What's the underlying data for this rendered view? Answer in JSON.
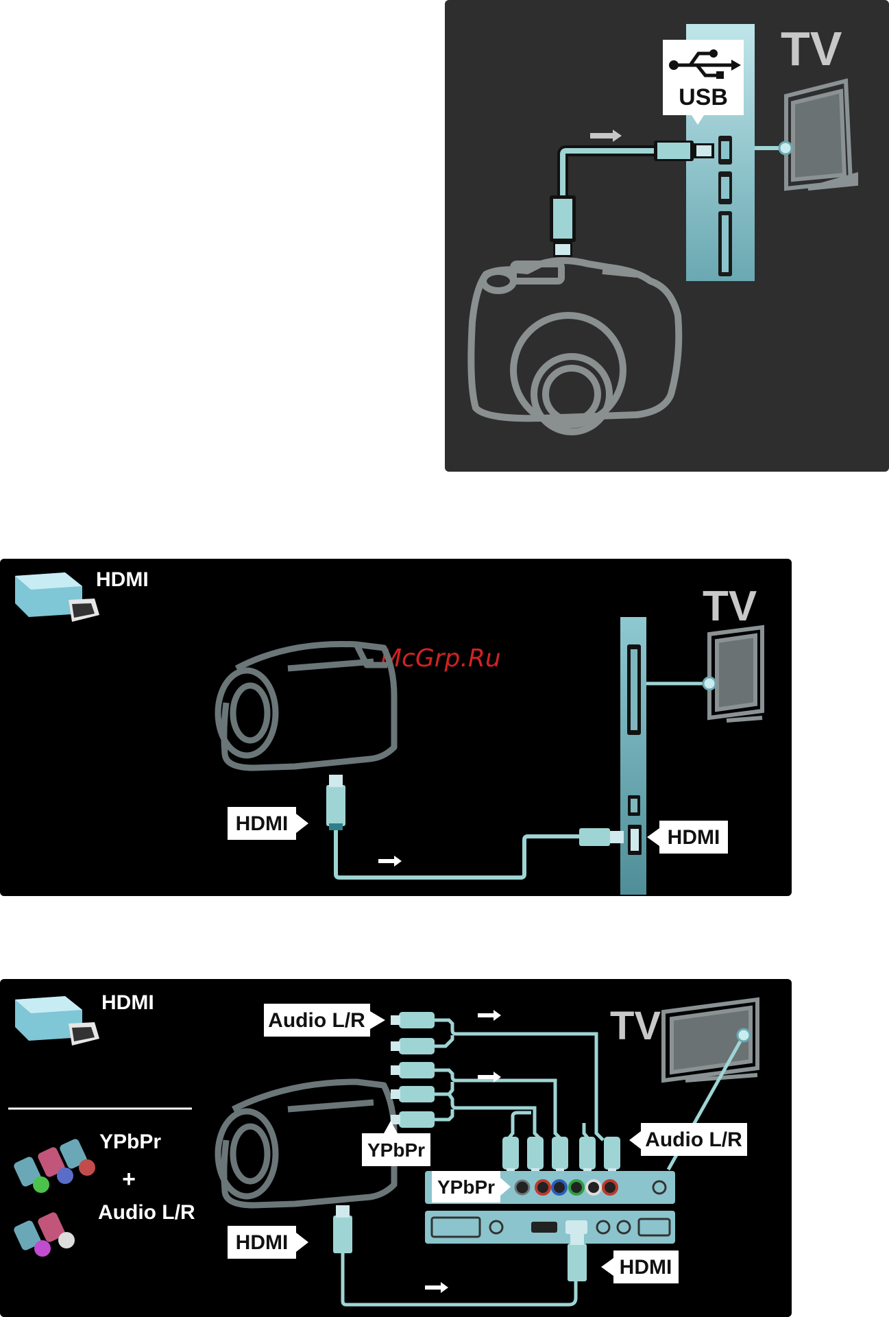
{
  "watermark": "McGrp.Ru",
  "panel1": {
    "tv_label": "TV",
    "usb_label": "USB",
    "icon": "usb-icon",
    "device": "camera-icon"
  },
  "panel2": {
    "legend_label": "HDMI",
    "tv_label": "TV",
    "camera_port_label": "HDMI",
    "tv_port_label": "HDMI",
    "device": "camcorder-icon"
  },
  "panel3": {
    "legend_hdmi": "HDMI",
    "legend_ypbpr": "YPbPr",
    "legend_plus": "+",
    "legend_audio": "Audio L/R",
    "tv_label": "TV",
    "audio_label_top": "Audio L/R",
    "ypbpr_label_cam": "YPbPr",
    "hdmi_label_cam": "HDMI",
    "audio_label_tv": "Audio L/R",
    "ypbpr_label_tv": "YPbPr",
    "hdmi_label_tv": "HDMI",
    "jack_colors": [
      "#4a6a8a",
      "#c0392b",
      "#2a5fbf",
      "#2e9e3e",
      "#dddddd",
      "#c0392b"
    ]
  },
  "colors": {
    "panel_dark": "#2e2e2e",
    "panel_black": "#000000",
    "cable": "#9fd4d4",
    "strip": "#8bc4cc",
    "outline": "#6b7678",
    "watermark": "#d22222"
  }
}
